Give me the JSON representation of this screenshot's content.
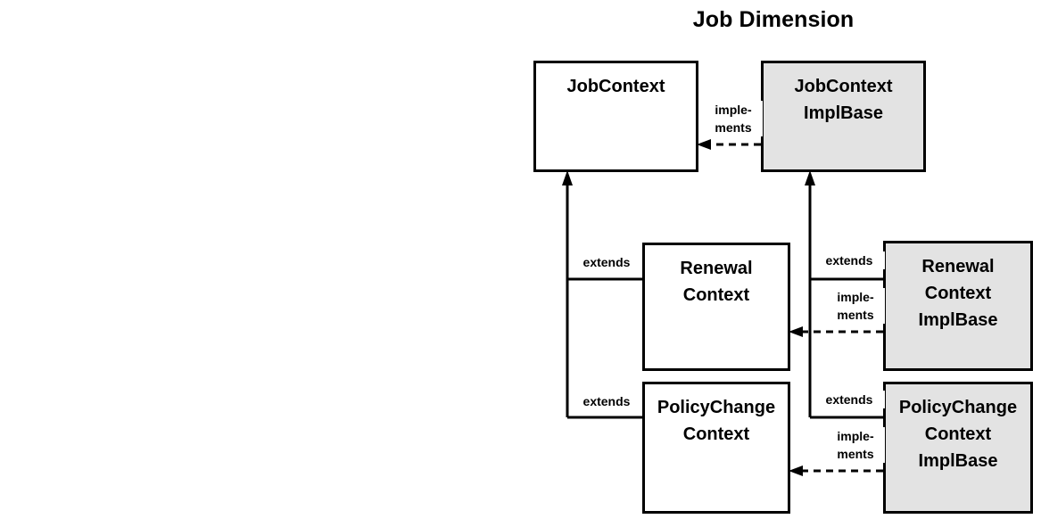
{
  "diagram": {
    "title": "Job Dimension",
    "type": "uml-class-diagram",
    "colors": {
      "background": "#ffffff",
      "stroke": "#000000",
      "interface_fill": "#ffffff",
      "implbase_fill": "#e3e3e3"
    },
    "nodes": [
      {
        "id": "job-context",
        "label": "JobContext",
        "fill": "interface"
      },
      {
        "id": "job-context-implbase",
        "label": "JobContext\nImplBase",
        "fill": "implbase"
      },
      {
        "id": "renewal-context",
        "label": "Renewal\nContext",
        "fill": "interface"
      },
      {
        "id": "renewal-context-implbase",
        "label": "Renewal\nContext\nImplBase",
        "fill": "implbase"
      },
      {
        "id": "policychange-context",
        "label": "PolicyChange\nContext",
        "fill": "interface"
      },
      {
        "id": "policychange-context-implbase",
        "label": "PolicyChange\nContext\nImplBase",
        "fill": "implbase"
      }
    ],
    "edges": [
      {
        "id": "implements-job",
        "label": "imple-\nments",
        "kind": "implements",
        "from": "job-context-implbase",
        "to": "job-context"
      },
      {
        "id": "implements-renewal",
        "label": "imple-\nments",
        "kind": "implements",
        "from": "renewal-context-implbase",
        "to": "renewal-context"
      },
      {
        "id": "implements-policychange",
        "label": "imple-\nments",
        "kind": "implements",
        "from": "policychange-context-implbase",
        "to": "policychange-context"
      },
      {
        "id": "extends-renewal",
        "label": "extends",
        "kind": "extends",
        "from": "renewal-context",
        "to": "job-context"
      },
      {
        "id": "extends-policychange",
        "label": "extends",
        "kind": "extends",
        "from": "policychange-context",
        "to": "job-context"
      },
      {
        "id": "extends-renewal-impl",
        "label": "extends",
        "kind": "extends",
        "from": "renewal-context-implbase",
        "to": "job-context-implbase"
      },
      {
        "id": "extends-policychange-impl",
        "label": "extends",
        "kind": "extends",
        "from": "policychange-context-implbase",
        "to": "job-context-implbase"
      }
    ]
  }
}
